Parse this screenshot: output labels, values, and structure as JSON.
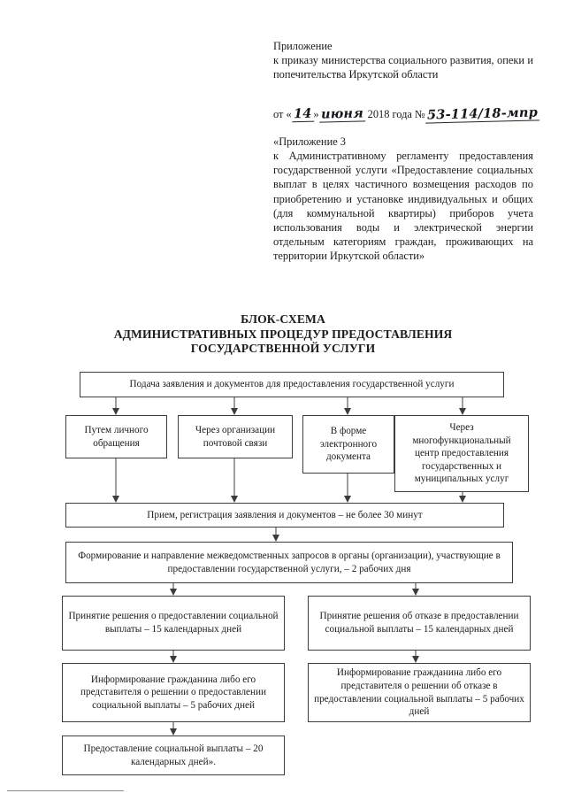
{
  "document": {
    "preamble": {
      "line1": "Приложение",
      "line2": "к приказу министерства социального развития, опеки и попечительства Иркутской области",
      "date_prefix": "от «",
      "date_day": "14",
      "date_month": "июня",
      "date_year": "2018 года №",
      "date_number": "53-114/18-мпр",
      "appendix_line1": "«Приложение 3",
      "appendix_line2": "к Административному регламенту предоставления государственной услуги «Предоставление социальных выплат в целях частичного возмещения расходов по приобретению и установке индивидуальных и общих (для коммунальной квартиры) приборов учета использования воды и электрической энергии отдельным категориям граждан, проживающих на территории Иркутской области»"
    },
    "title": {
      "line1": "БЛОК-СХЕМА",
      "line2": "АДМИНИСТРАТИВНЫХ ПРОЦЕДУР ПРЕДОСТАВЛЕНИЯ",
      "line3": "ГОСУДАРСТВЕННОЙ УСЛУГИ"
    }
  },
  "chart_data": {
    "type": "diagram",
    "title": "БЛОК-СХЕМА АДМИНИСТРАТИВНЫХ ПРОЦЕДУР ПРЕДОСТАВЛЕНИЯ ГОСУДАРСТВЕННОЙ УСЛУГИ",
    "orientation": "top-to-bottom",
    "nodes": [
      {
        "id": "n1",
        "label": "Подача заявления и документов для предоставления государственной услуги"
      },
      {
        "id": "n2a",
        "label": "Путем личного обращения"
      },
      {
        "id": "n2b",
        "label": "Через организации почтовой связи"
      },
      {
        "id": "n2c",
        "label": "В форме электронного документа"
      },
      {
        "id": "n2d",
        "label": "Через многофункциональный центр предоставления государственных и муниципальных услуг"
      },
      {
        "id": "n3",
        "label": "Прием, регистрация заявления и документов – не более 30 минут"
      },
      {
        "id": "n4",
        "label": "Формирование и направление межведомственных запросов в органы (организации), участвующие в предоставлении государственной услуги, – 2 рабочих дня"
      },
      {
        "id": "n5a",
        "label": "Принятие решения о предоставлении социальной выплаты – 15 календарных дней"
      },
      {
        "id": "n5b",
        "label": "Принятие решения об отказе в предоставлении социальной выплаты – 15 календарных дней"
      },
      {
        "id": "n6a",
        "label": "Информирование гражданина либо его представителя о решении о предоставлении социальной выплаты – 5 рабочих дней"
      },
      {
        "id": "n6b",
        "label": "Информирование гражданина либо его представителя о решении об отказе в предоставлении социальной выплаты – 5 рабочих дней"
      },
      {
        "id": "n7",
        "label": "Предоставление социальной выплаты – 20 календарных дней»."
      }
    ],
    "edges": [
      {
        "from": "n1",
        "to": "n2a"
      },
      {
        "from": "n1",
        "to": "n2b"
      },
      {
        "from": "n1",
        "to": "n2c"
      },
      {
        "from": "n1",
        "to": "n2d"
      },
      {
        "from": "n2a",
        "to": "n3"
      },
      {
        "from": "n2b",
        "to": "n3"
      },
      {
        "from": "n2c",
        "to": "n3"
      },
      {
        "from": "n2d",
        "to": "n3"
      },
      {
        "from": "n3",
        "to": "n4"
      },
      {
        "from": "n4",
        "to": "n5a"
      },
      {
        "from": "n4",
        "to": "n5b"
      },
      {
        "from": "n5a",
        "to": "n6a"
      },
      {
        "from": "n5b",
        "to": "n6b"
      },
      {
        "from": "n6a",
        "to": "n7"
      }
    ]
  }
}
